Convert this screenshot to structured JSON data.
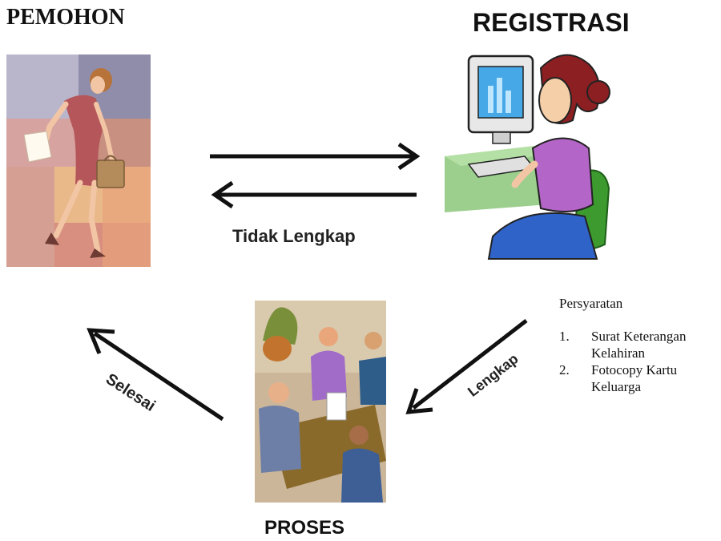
{
  "titles": {
    "applicant": "PEMOHON",
    "registration": "REGISTRASI",
    "process": "PROSES"
  },
  "arrows": {
    "incomplete": "Tidak Lengkap",
    "complete": "Lengkap",
    "finished": "Selesai"
  },
  "requirements": {
    "heading": "Persyaratan",
    "items": [
      {
        "num": "1.",
        "text_line1": "Surat Keterangan",
        "text_line2": "Kelahiran"
      },
      {
        "num": "2.",
        "text_line1": "Fotocopy Kartu",
        "text_line2": "Keluarga"
      }
    ]
  },
  "colors": {
    "arrow": "#111111",
    "applicant_dress": "#b5575a",
    "receptionist_shirt": "#b466c8",
    "monitor_screen": "#46a8e6"
  }
}
